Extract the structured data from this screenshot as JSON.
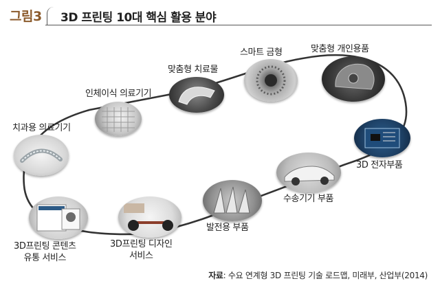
{
  "figure": {
    "label": "그림3",
    "title": "3D 프린팅 10대 핵심 활용 분야"
  },
  "nodes": [
    {
      "label": "치과용 의료기기",
      "image": "dental-aligner"
    },
    {
      "label": "인체이식 의료기기",
      "image": "bone-implant"
    },
    {
      "label": "맞춤형 치료물",
      "image": "cast-splint"
    },
    {
      "label": "스마트 금형",
      "image": "metal-mold"
    },
    {
      "label": "맞춤형 개인용품",
      "image": "helmet"
    },
    {
      "label": "3D 전자부품",
      "image": "circuit-board"
    },
    {
      "label": "수송기기 부품",
      "image": "car"
    },
    {
      "label": "발전용 부품",
      "image": "turbine-blades"
    },
    {
      "label_lines": [
        "3D프린팅 디자인",
        "서비스"
      ],
      "image": "vehicle-chassis"
    },
    {
      "label_lines": [
        "3D프린팅 콘텐츠",
        "유통 서비스"
      ],
      "image": "website-screens"
    }
  ],
  "source": {
    "prefix": "자료",
    "text": ": 수요 연계형 3D 프린팅 기술 로드맵, 미래부, 산업부(2014)"
  },
  "colors": {
    "accent": "#8b5a2b",
    "loop": "#333333"
  }
}
